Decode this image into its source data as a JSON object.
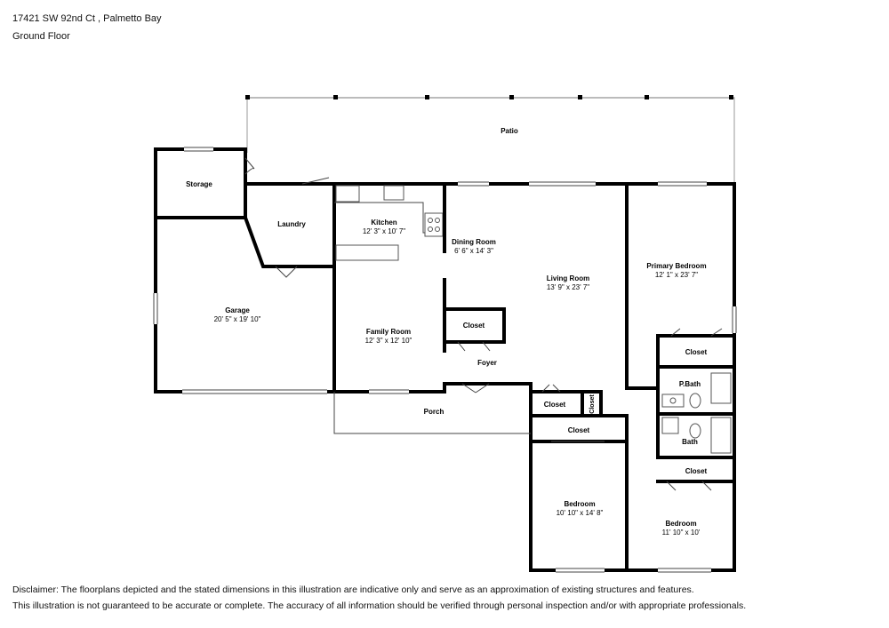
{
  "header": {
    "address": "17421 SW 92nd Ct , Palmetto Bay",
    "floor": "Ground Floor"
  },
  "rooms": {
    "patio": {
      "name": "Patio"
    },
    "storage": {
      "name": "Storage"
    },
    "laundry": {
      "name": "Laundry"
    },
    "kitchen": {
      "name": "Kitchen",
      "dims": "12' 3\" x 10' 7\""
    },
    "dining": {
      "name": "Dining Room",
      "dims": "6' 6\" x 14' 3\""
    },
    "living": {
      "name": "Living Room",
      "dims": "13' 9\" x 23' 7\""
    },
    "primary": {
      "name": "Primary Bedroom",
      "dims": "12' 1\" x 23' 7\""
    },
    "garage": {
      "name": "Garage",
      "dims": "20' 5\" x 19' 10\""
    },
    "family": {
      "name": "Family Room",
      "dims": "12' 3\" x 12' 10\""
    },
    "closet_foyer": {
      "name": "Closet"
    },
    "foyer": {
      "name": "Foyer"
    },
    "closet_primary": {
      "name": "Closet"
    },
    "pbath": {
      "name": "P.Bath"
    },
    "porch": {
      "name": "Porch"
    },
    "closet_hall": {
      "name": "Closet"
    },
    "closet_small": {
      "name": "Closet"
    },
    "closet_bed1": {
      "name": "Closet"
    },
    "bath": {
      "name": "Bath"
    },
    "closet_bed2": {
      "name": "Closet"
    },
    "bedroom1": {
      "name": "Bedroom",
      "dims": "10' 10\" x 14' 8\""
    },
    "bedroom2": {
      "name": "Bedroom",
      "dims": "11' 10\" x 10'"
    }
  },
  "disclaimer": {
    "line1": "Disclaimer: The floorplans depicted and the stated dimensions in this illustration are indicative only and serve as an approximation of existing structures and features.",
    "line2": "This illustration is not guaranteed to be accurate or complete. The accuracy of all information should be verified through personal inspection and/or with appropriate professionals."
  }
}
